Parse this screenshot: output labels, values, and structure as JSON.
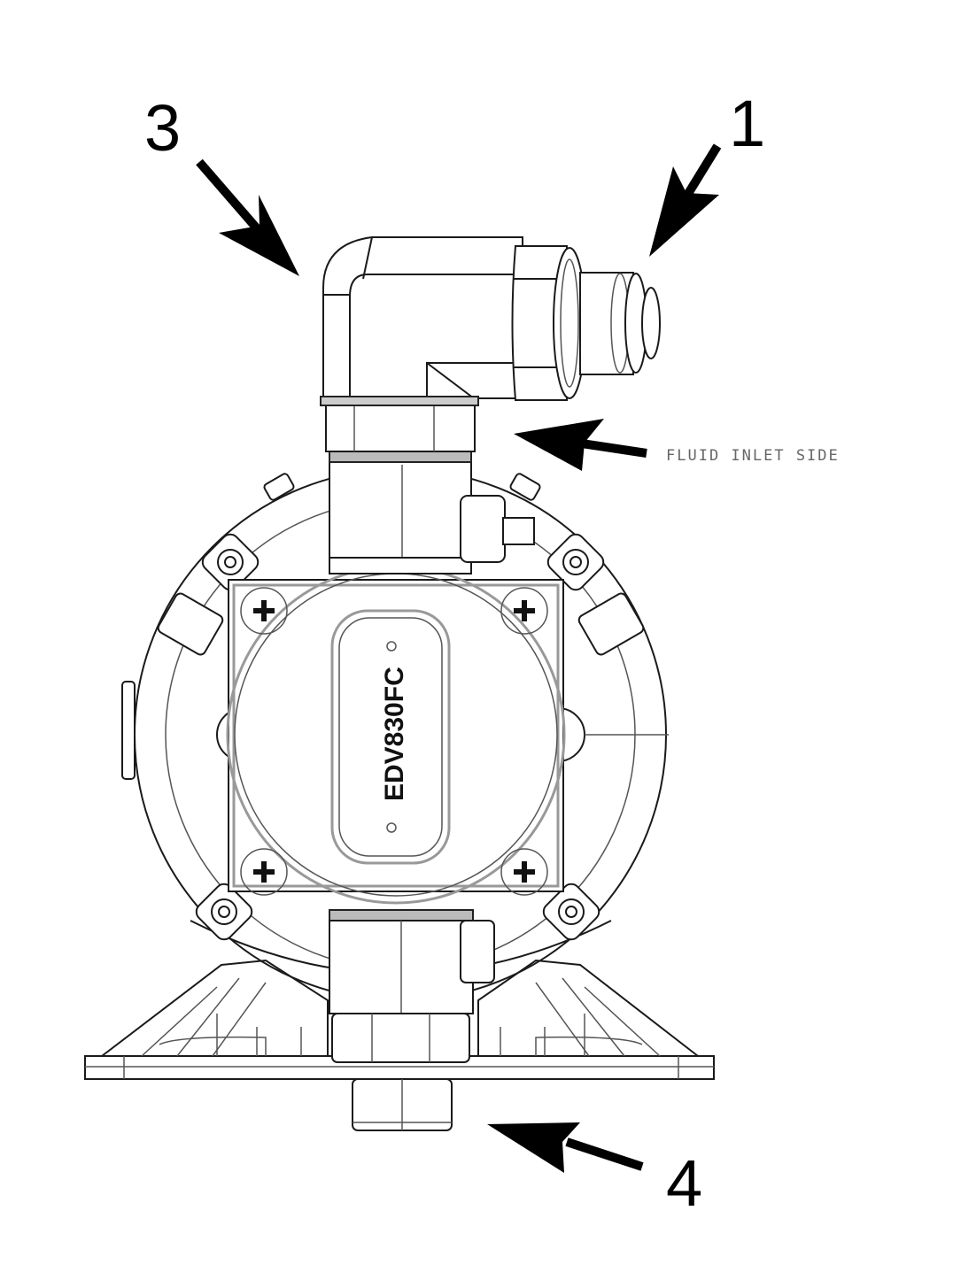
{
  "diagram": {
    "subject": "Air-operated diaphragm pump, front view",
    "model_label": "EDV830FC",
    "colors": {
      "line": "#1a1a1a",
      "hatch": "#8a8a8a",
      "background": "#ffffff",
      "annotation": "#000000"
    }
  },
  "callouts": [
    {
      "id": "1",
      "label": "1",
      "points_to": "fluid outlet fitting (straight connector)"
    },
    {
      "id": "3",
      "label": "3",
      "points_to": "elbow fitting"
    },
    {
      "id": "4",
      "label": "4",
      "points_to": "bottom port plug"
    }
  ],
  "annotations": {
    "inlet_side": "FLUID INLET SIDE"
  }
}
